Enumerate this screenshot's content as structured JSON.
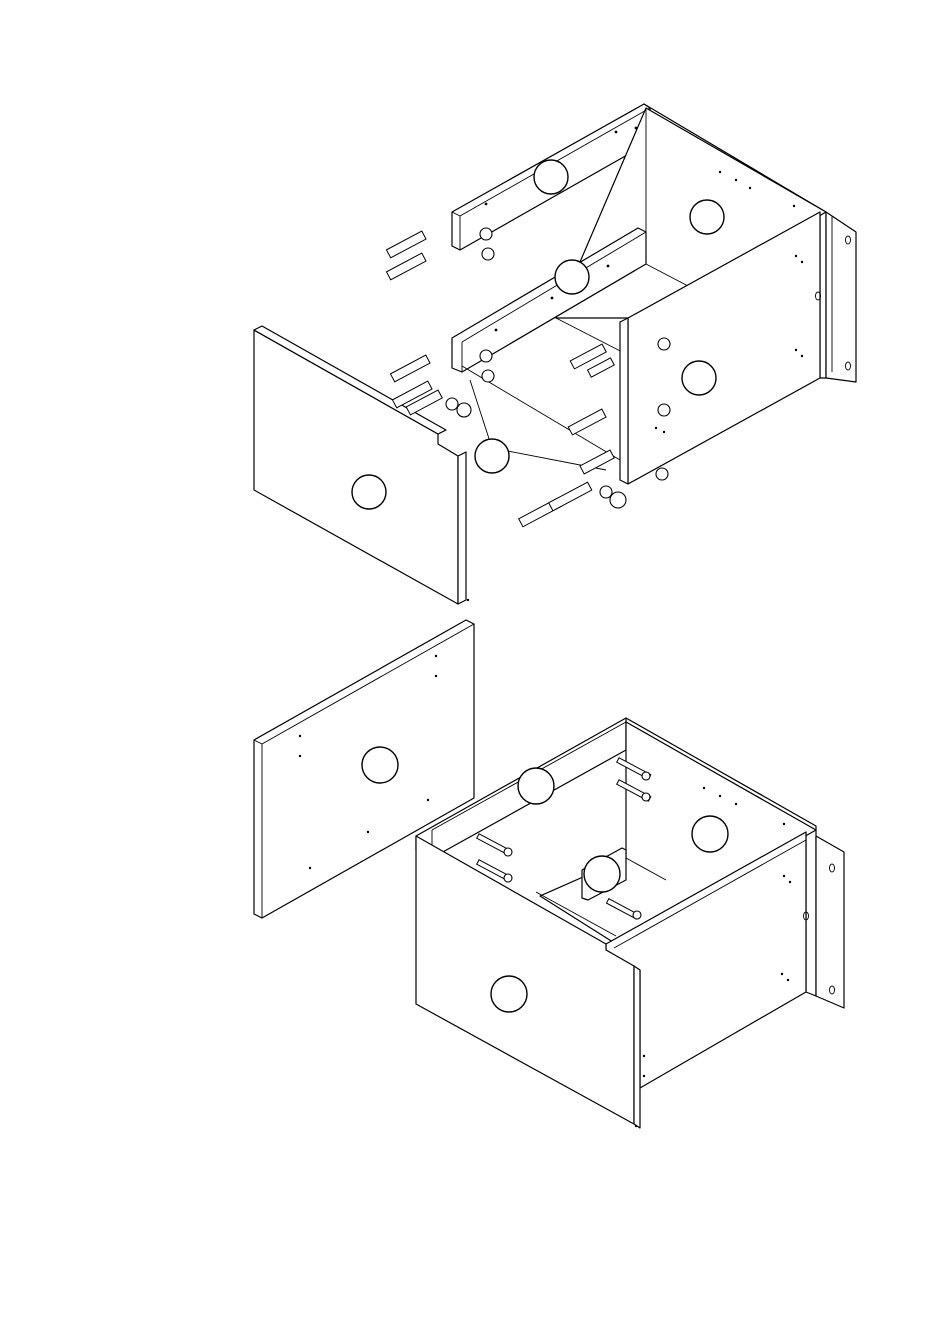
{
  "diagram": {
    "steps": [
      {
        "name": "step-upper",
        "callouts": [
          {
            "id": "upper-rail-back"
          },
          {
            "id": "upper-side-right"
          },
          {
            "id": "upper-rail-mid"
          },
          {
            "id": "upper-side-front"
          },
          {
            "id": "upper-cam-fittings"
          },
          {
            "id": "upper-front-panel"
          }
        ]
      },
      {
        "name": "step-lower",
        "callouts": [
          {
            "id": "lower-top-panel"
          },
          {
            "id": "lower-rail-back"
          },
          {
            "id": "lower-side-right"
          },
          {
            "id": "lower-rail-mid"
          },
          {
            "id": "lower-front-panel"
          }
        ]
      }
    ],
    "colors": {
      "line": "#000000",
      "fill": "#ffffff"
    },
    "icons": [
      "dowel-icon",
      "cam-lock-icon",
      "screw-icon"
    ]
  }
}
